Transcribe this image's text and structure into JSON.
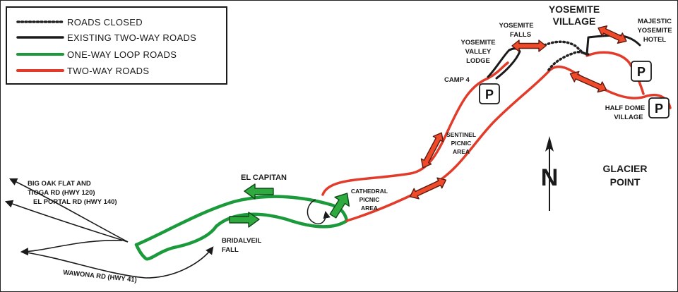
{
  "legend": {
    "items": [
      {
        "type": "closed",
        "label": "ROADS CLOSED"
      },
      {
        "type": "existing",
        "label": "EXISTING TWO-WAY ROADS"
      },
      {
        "type": "oneway",
        "label": "ONE-WAY LOOP ROADS"
      },
      {
        "type": "twoway",
        "label": "TWO-WAY ROADS"
      }
    ]
  },
  "colors": {
    "closed": "#222222",
    "existing": "#1a1a1a",
    "oneway": "#1a9a3a",
    "twoway": "#e23b2a",
    "arrow_fill": "#ef4a2a",
    "arrow_stroke": "#5a1a10",
    "green_arrow": "#2eaa3f"
  },
  "places": {
    "yosemite_village": {
      "line1": "YOSEMITE",
      "line2": "VILLAGE"
    },
    "majestic_hotel": {
      "line1": "MAJESTIC",
      "line2": "YOSEMITE",
      "line3": "HOTEL"
    },
    "yosemite_falls": {
      "line1": "YOSEMITE",
      "line2": "FALLS"
    },
    "yosemite_valley_lodge": {
      "line1": "YOSEMITE",
      "line2": "VALLEY",
      "line3": "LODGE"
    },
    "camp4": "CAMP 4",
    "half_dome_village": {
      "line1": "HALF DOME",
      "line2": "VILLAGE"
    },
    "sentinel": {
      "line1": "SENTINEL",
      "line2": "PICNIC",
      "line3": "AREA"
    },
    "cathedral": {
      "line1": "CATHEDRAL",
      "line2": "PICNIC",
      "line3": "AREA"
    },
    "el_capitan": "EL CAPITAN",
    "bridalveil": {
      "line1": "BRIDALVEIL",
      "line2": "FALL"
    },
    "glacier_point": {
      "line1": "GLACIER",
      "line2": "POINT"
    },
    "big_oak_flat": {
      "line1": "BIG OAK FLAT AND",
      "line2": "TIOGA RD (HWY 120)"
    },
    "el_portal": "EL PORTAL RD (HWY 140)",
    "wawona": "WAWONA RD (HWY 41)"
  },
  "parking": {
    "label": "P"
  },
  "north": {
    "label": "N"
  }
}
